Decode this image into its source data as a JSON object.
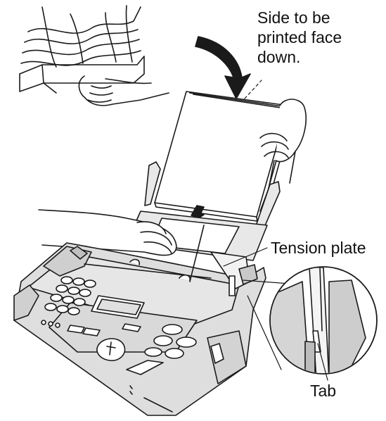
{
  "labels": {
    "side_line1": "Side to be",
    "side_line2": "printed face",
    "side_line3": "down.",
    "tension_plate": "Tension plate",
    "tab": "Tab"
  }
}
